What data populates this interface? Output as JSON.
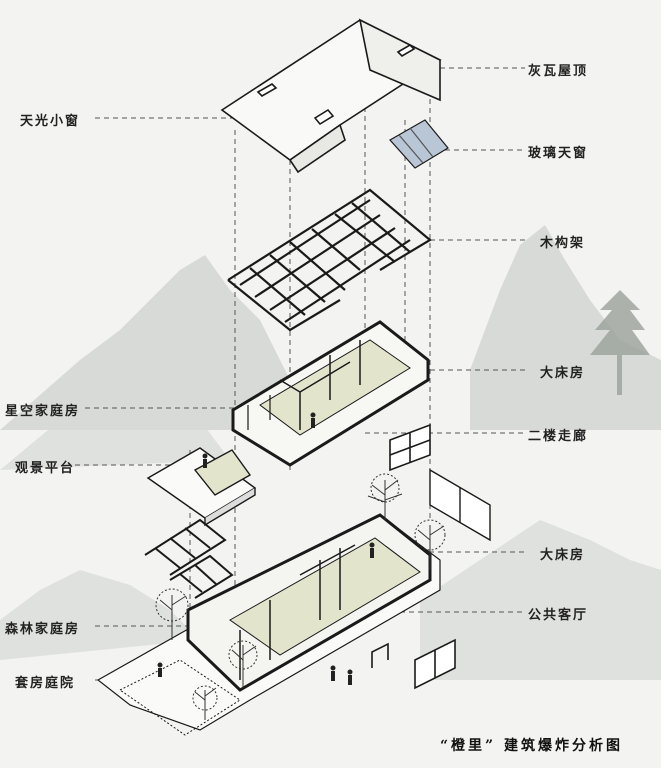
{
  "labels": {
    "roof": "灰瓦屋顶",
    "skylight": "天光小窗",
    "glass_roof": "玻璃天窗",
    "wood_frame": "木构架",
    "big_bed_upper": "大床房",
    "starry_family": "星空家庭房",
    "corridor": "二楼走廊",
    "view_platform": "观景平台",
    "big_bed_lower": "大床房",
    "forest_family": "森林家庭房",
    "living_room": "公共客厅",
    "suite_courtyard": "套房庭院"
  },
  "caption": "“橙里” 建筑爆炸分析图",
  "colors": {
    "line": "#1a1a1a",
    "dash": "#555555",
    "floor": "#e2e4cc",
    "glass": "#b9c6d6",
    "mountain": "#c9ccc8"
  },
  "icons": [
    "tree-icon",
    "person-icon"
  ]
}
